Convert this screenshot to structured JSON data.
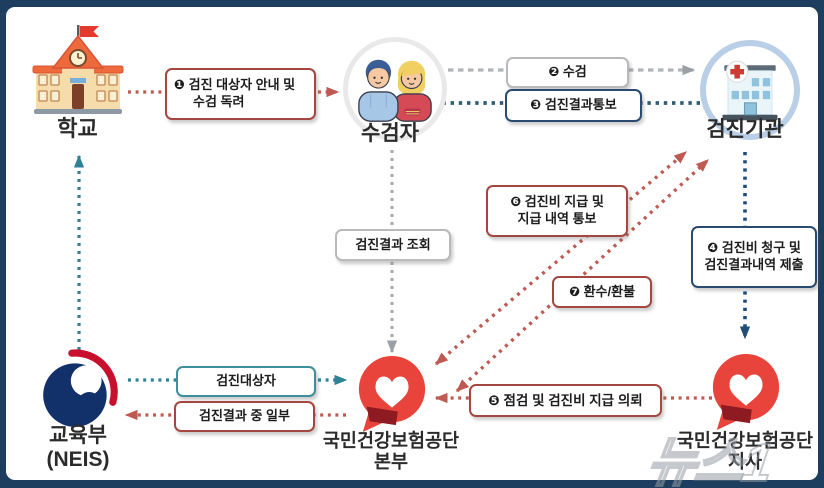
{
  "frame": {
    "border_color": "#1d3e5e",
    "background": "#ffffff"
  },
  "colors": {
    "red_flow": "#bf5a52",
    "red_box_border": "#a54741",
    "teal_flow": "#2f8294",
    "navy_flow": "#1f4e79",
    "steel_flow": "#2e5d74",
    "gray_flow": "#aaaeb2",
    "gray_box_border": "#b9b9b9",
    "navy_box_border": "#2a4a70",
    "nhis_logo_red": "#e8443b",
    "hospital_ring_blue": "#b9cfe7"
  },
  "nodes": {
    "school": {
      "label": "학교",
      "icon": "school-building-icon"
    },
    "examinee": {
      "label": "수검자",
      "icon": "two-people-icon"
    },
    "exam_institution": {
      "label": "검진기관",
      "icon": "hospital-icon"
    },
    "moe": {
      "line1": "교육부",
      "line2": "(NEIS)",
      "icon": "korea-government-emblem-icon"
    },
    "hq": {
      "line1": "국민건강보험공단",
      "line2": "본부",
      "icon": "nhis-heart-logo-icon"
    },
    "branch": {
      "line1": "국민건강보험공단",
      "line2": "지사",
      "icon": "nhis-heart-logo-icon"
    }
  },
  "flows": {
    "flow_1": {
      "line1": "❶ 검진 대상자 안내 및",
      "line2": "수검 독려",
      "from": "학교",
      "to": "수검자",
      "style": "red-dotted"
    },
    "flow_2": {
      "label": "❷ 수검",
      "from": "수검자",
      "to": "검진기관",
      "style": "gray-dashed"
    },
    "flow_3": {
      "label": "❸ 검진결과통보",
      "from": "검진기관",
      "to": "수검자",
      "style": "steelblue-dotted"
    },
    "flow_4": {
      "line1": "❹ 검진비 청구 및",
      "line2": "검진결과내역 제출",
      "from": "검진기관",
      "to": "국민건강보험공단 지사",
      "style": "navy-dotted"
    },
    "flow_5": {
      "label": "❺ 점검 및 검진비 지급 의뢰",
      "from": "국민건강보험공단 지사",
      "to": "국민건강보험공단 본부",
      "style": "red-dotted"
    },
    "flow_6": {
      "line1": "❻ 검진비 지급 및",
      "line2": "지급 내역 통보",
      "from": "국민건강보험공단 본부",
      "to": "검진기관",
      "style": "red-dotted-diagonal"
    },
    "flow_7": {
      "label": "❼ 환수/환불",
      "between": "국민건강보험공단 본부 ↔ 검진기관",
      "style": "red-dotted-diagonal"
    },
    "result_inquiry": {
      "label": "검진결과 조회",
      "from": "수검자",
      "to": "국민건강보험공단 본부",
      "style": "gray-dotted"
    },
    "target_list": {
      "label": "검진대상자",
      "from": "교육부(NEIS)",
      "to": "국민건강보험공단 본부",
      "style": "teal-dotted"
    },
    "partial_results": {
      "label": "검진결과 중 일부",
      "from": "국민건강보험공단 본부",
      "to": "교육부(NEIS)",
      "style": "red-dotted"
    },
    "moe_to_school": {
      "label": "",
      "from": "교육부(NEIS)",
      "to": "학교",
      "style": "teal-dotted"
    }
  },
  "watermark": {
    "text": "뉴스1"
  }
}
